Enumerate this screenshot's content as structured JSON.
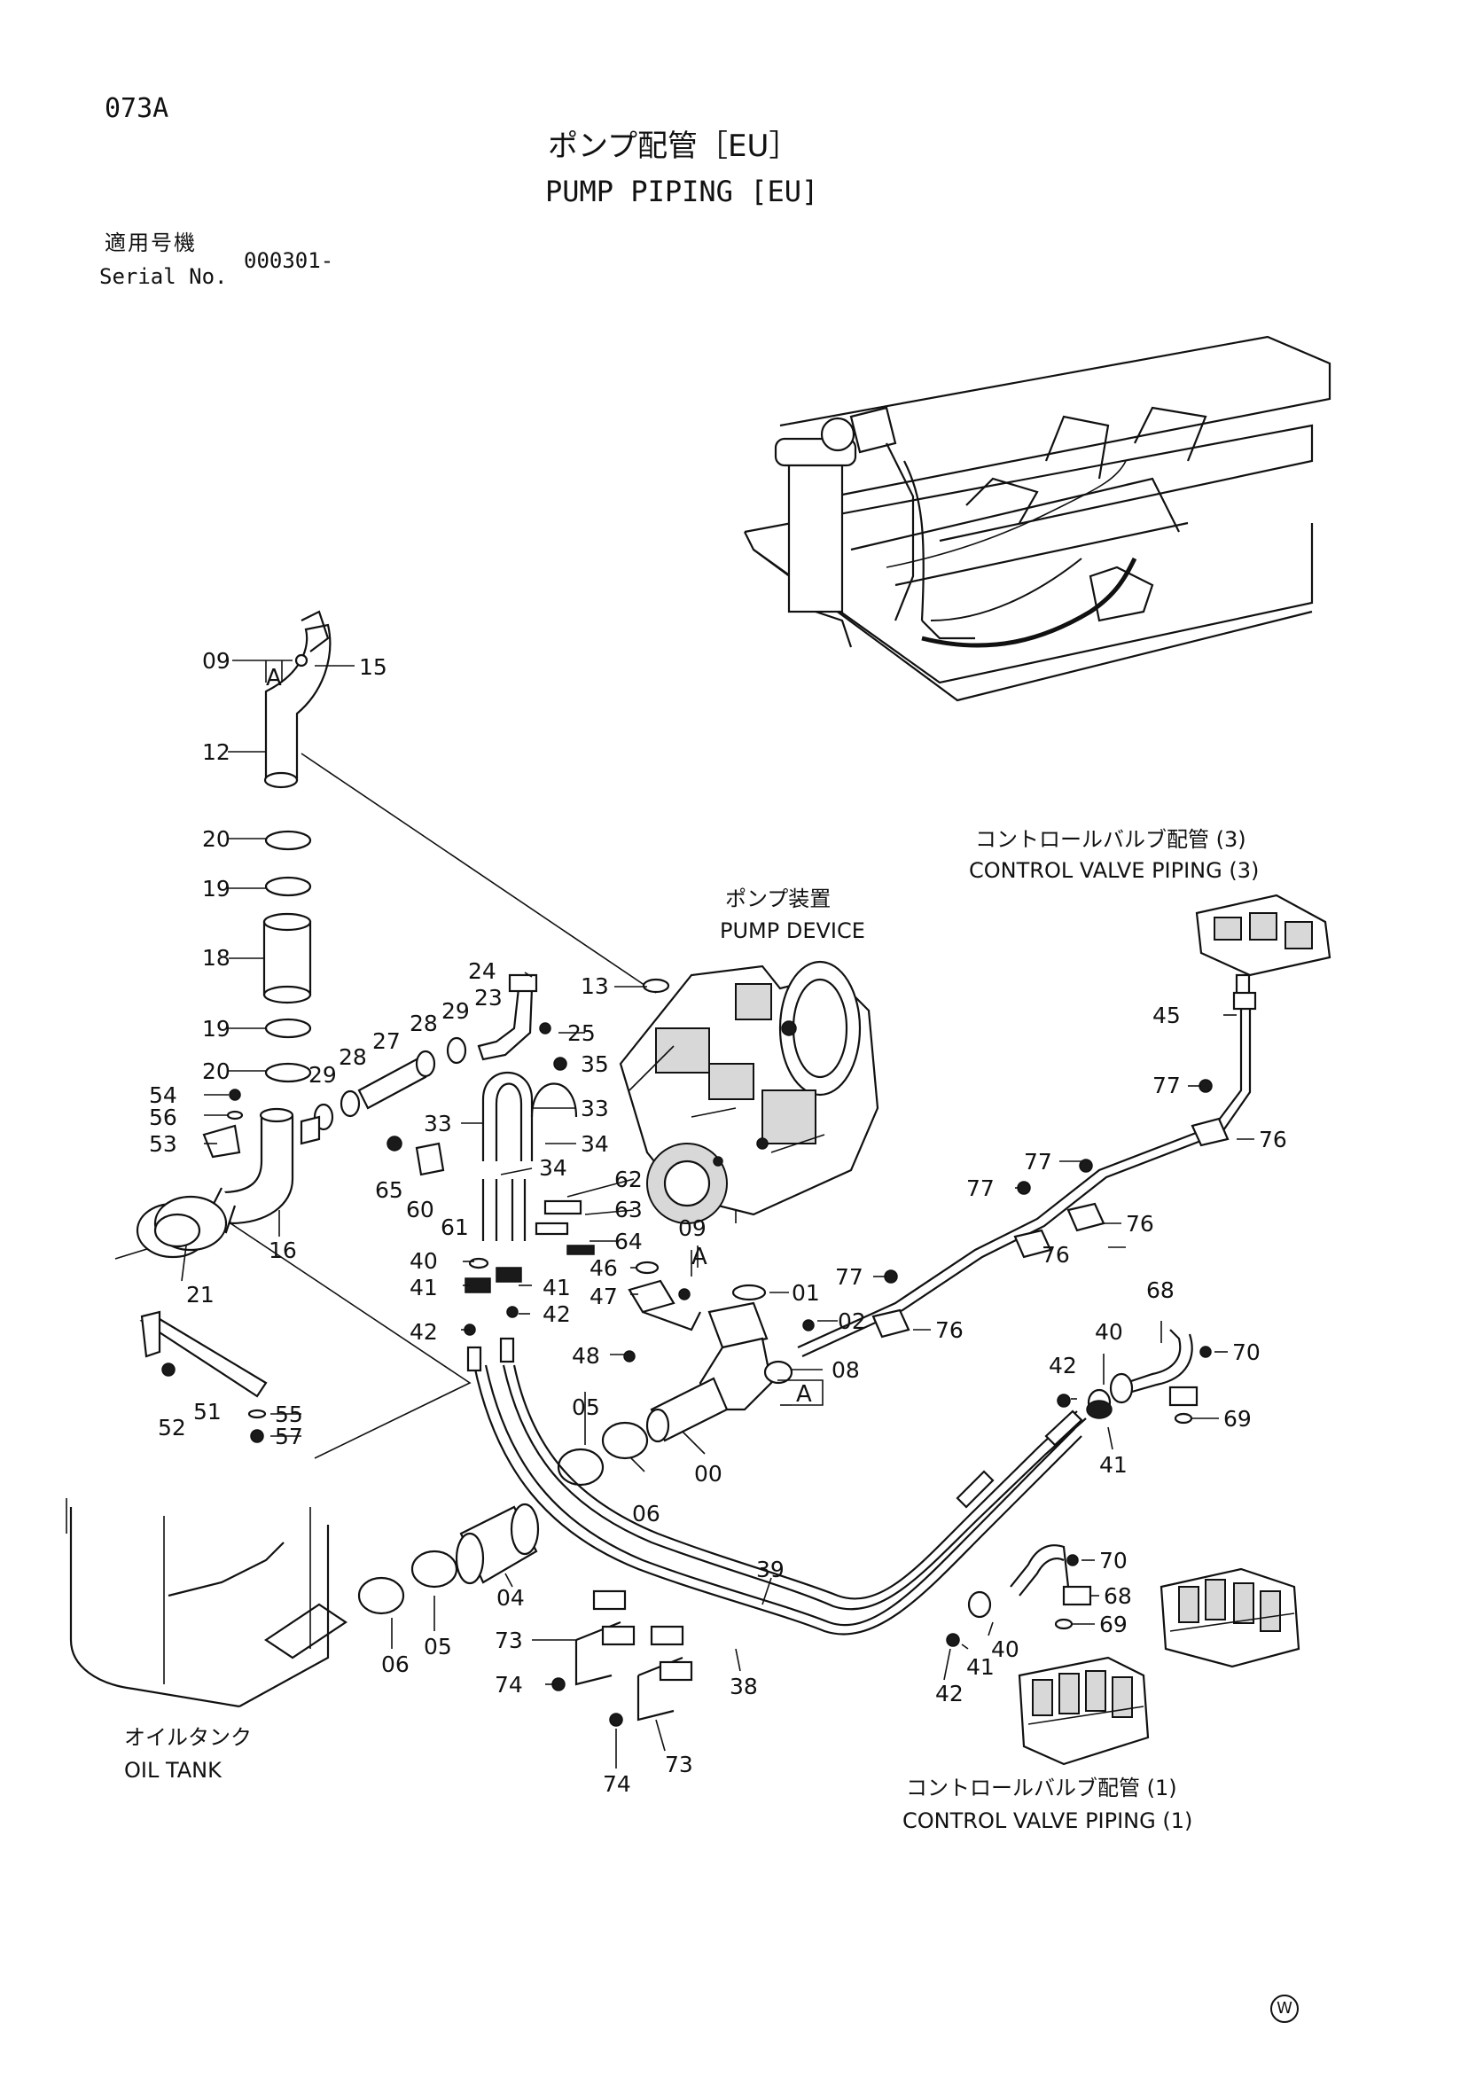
{
  "header": {
    "page_code": "073A",
    "title_jp": "ポンプ配管［EU］",
    "title_en": "PUMP PIPING [EU]",
    "serial_label_jp": "適用号機",
    "serial_label_en": "Serial No.",
    "serial_value": "000301-"
  },
  "labels": {
    "pump_device_jp": "ポンプ装置",
    "pump_device_en": "PUMP DEVICE",
    "cv3_jp": "コントロールバルブ配管 (3)",
    "cv3_en": "CONTROL VALVE PIPING (3)",
    "cv1_jp": "コントロールバルブ配管 (1)",
    "cv1_en": "CONTROL VALVE PIPING (1)",
    "tank_jp": "オイルタンク",
    "tank_en": "OIL TANK",
    "detail_a": "A"
  },
  "callouts": [
    {
      "id": "c01",
      "text": "09"
    },
    {
      "id": "c02",
      "text": "15"
    },
    {
      "id": "c03",
      "text": "12"
    },
    {
      "id": "c04",
      "text": "20"
    },
    {
      "id": "c05",
      "text": "19"
    },
    {
      "id": "c06",
      "text": "18"
    },
    {
      "id": "c07",
      "text": "19"
    },
    {
      "id": "c08",
      "text": "20"
    },
    {
      "id": "c09",
      "text": "54"
    },
    {
      "id": "c10",
      "text": "56"
    },
    {
      "id": "c11",
      "text": "53"
    },
    {
      "id": "c12",
      "text": "16"
    },
    {
      "id": "c13",
      "text": "21"
    },
    {
      "id": "c14",
      "text": "52"
    },
    {
      "id": "c15",
      "text": "51"
    },
    {
      "id": "c16",
      "text": "55"
    },
    {
      "id": "c17",
      "text": "57"
    },
    {
      "id": "c18",
      "text": "29"
    },
    {
      "id": "c19",
      "text": "28"
    },
    {
      "id": "c20",
      "text": "27"
    },
    {
      "id": "c21",
      "text": "28"
    },
    {
      "id": "c22",
      "text": "29"
    },
    {
      "id": "c23",
      "text": "24"
    },
    {
      "id": "c24",
      "text": "23"
    },
    {
      "id": "c25",
      "text": "25"
    },
    {
      "id": "c26",
      "text": "13"
    },
    {
      "id": "c27",
      "text": "35"
    },
    {
      "id": "c28",
      "text": "33"
    },
    {
      "id": "c29",
      "text": "33"
    },
    {
      "id": "c30",
      "text": "34"
    },
    {
      "id": "c31",
      "text": "34"
    },
    {
      "id": "c32",
      "text": "65"
    },
    {
      "id": "c33",
      "text": "60"
    },
    {
      "id": "c34",
      "text": "61"
    },
    {
      "id": "c35",
      "text": "62"
    },
    {
      "id": "c36",
      "text": "63"
    },
    {
      "id": "c37",
      "text": "64"
    },
    {
      "id": "c38",
      "text": "40"
    },
    {
      "id": "c39",
      "text": "41"
    },
    {
      "id": "c40",
      "text": "41"
    },
    {
      "id": "c41",
      "text": "42"
    },
    {
      "id": "c42",
      "text": "42"
    },
    {
      "id": "c43",
      "text": "09"
    },
    {
      "id": "c44",
      "text": "46"
    },
    {
      "id": "c45",
      "text": "47"
    },
    {
      "id": "c46",
      "text": "48"
    },
    {
      "id": "c47",
      "text": "01"
    },
    {
      "id": "c48",
      "text": "02"
    },
    {
      "id": "c49",
      "text": "08"
    },
    {
      "id": "c50",
      "text": "05"
    },
    {
      "id": "c51",
      "text": "06"
    },
    {
      "id": "c52",
      "text": "00"
    },
    {
      "id": "c53",
      "text": "04"
    },
    {
      "id": "c54",
      "text": "05"
    },
    {
      "id": "c55",
      "text": "06"
    },
    {
      "id": "c56",
      "text": "39"
    },
    {
      "id": "c57",
      "text": "38"
    },
    {
      "id": "c58",
      "text": "73"
    },
    {
      "id": "c59",
      "text": "74"
    },
    {
      "id": "c60",
      "text": "73"
    },
    {
      "id": "c61",
      "text": "74"
    },
    {
      "id": "c62",
      "text": "45"
    },
    {
      "id": "c63",
      "text": "77"
    },
    {
      "id": "c64",
      "text": "76"
    },
    {
      "id": "c65",
      "text": "77"
    },
    {
      "id": "c66",
      "text": "77"
    },
    {
      "id": "c67",
      "text": "76"
    },
    {
      "id": "c68",
      "text": "76"
    },
    {
      "id": "c69",
      "text": "77"
    },
    {
      "id": "c70",
      "text": "76"
    },
    {
      "id": "c71",
      "text": "68"
    },
    {
      "id": "c72",
      "text": "40"
    },
    {
      "id": "c73",
      "text": "42"
    },
    {
      "id": "c74",
      "text": "70"
    },
    {
      "id": "c75",
      "text": "69"
    },
    {
      "id": "c76",
      "text": "41"
    },
    {
      "id": "c77",
      "text": "70"
    },
    {
      "id": "c78",
      "text": "68"
    },
    {
      "id": "c79",
      "text": "69"
    },
    {
      "id": "c80",
      "text": "40"
    },
    {
      "id": "c81",
      "text": "41"
    },
    {
      "id": "c82",
      "text": "42"
    }
  ],
  "footer": {
    "mark": "W"
  }
}
